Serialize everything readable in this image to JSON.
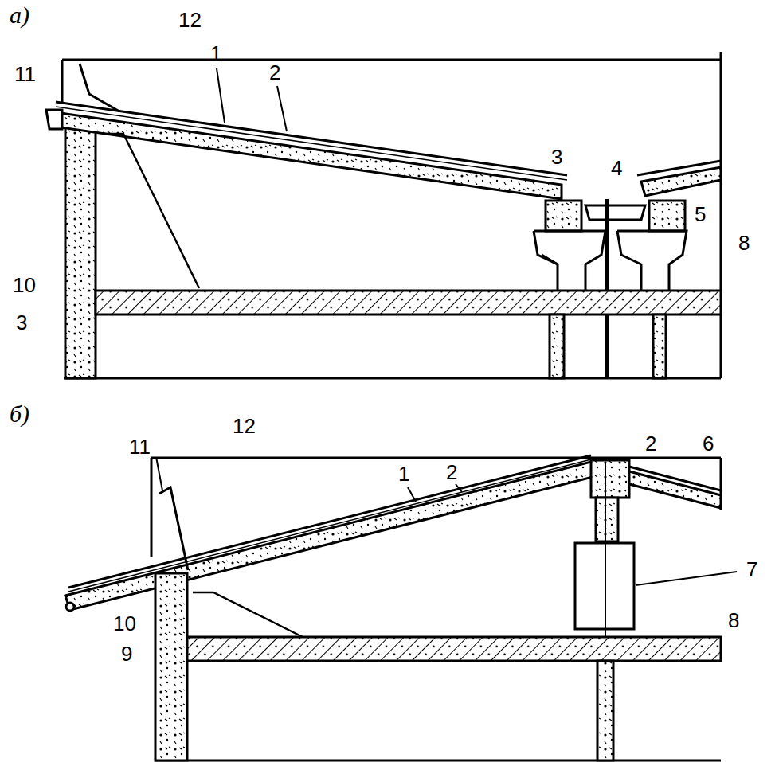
{
  "diagram": {
    "labels": [
      "а)",
      "12",
      "11",
      "1",
      "2",
      "3",
      "4",
      "5",
      "10",
      "3",
      "8",
      "б)",
      "12",
      "1",
      "2",
      "2",
      "6",
      "11",
      "7",
      "10",
      "9",
      "8"
    ]
  }
}
